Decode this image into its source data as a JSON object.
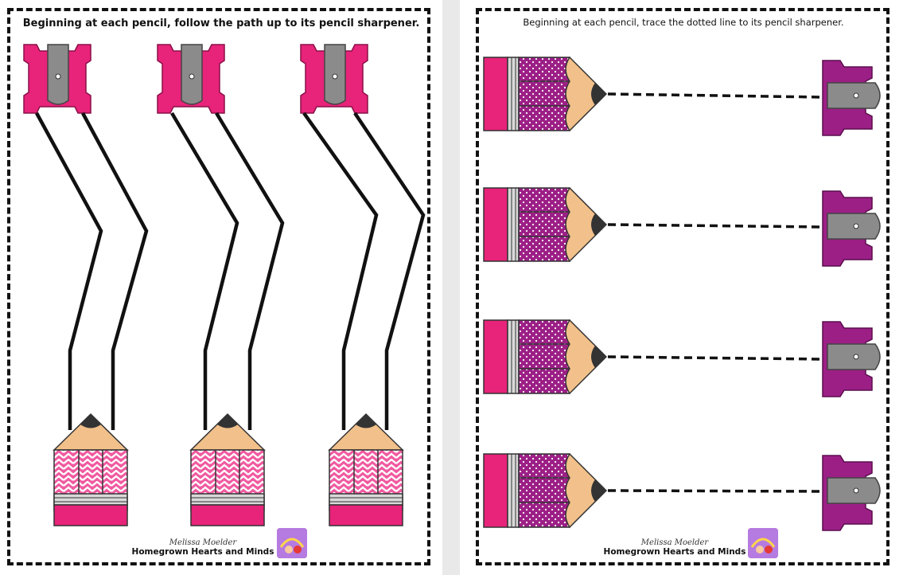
{
  "worksheets": [
    {
      "instruction": "Beginning at each pencil, follow the path up to its pencil sharpener.",
      "credit_signature": "Melissa Moelder",
      "credit_brand": "Homegrown Hearts and Minds",
      "pencil_pattern": "chevron",
      "pencil_count": 3
    },
    {
      "instruction": "Beginning at each pencil, trace the dotted line to its pencil sharpener.",
      "credit_signature": "Melissa Moelder",
      "credit_brand": "Homegrown Hearts and Minds",
      "pencil_pattern": "polka-dot",
      "pencil_count": 4
    }
  ],
  "colors": {
    "hot_pink": "#e8237a",
    "pink": "#f05aa0",
    "purple": "#9c1f86",
    "blade_gray": "#8b8b8b",
    "wood": "#f2c08a",
    "lead": "#333333",
    "line": "#111111"
  }
}
